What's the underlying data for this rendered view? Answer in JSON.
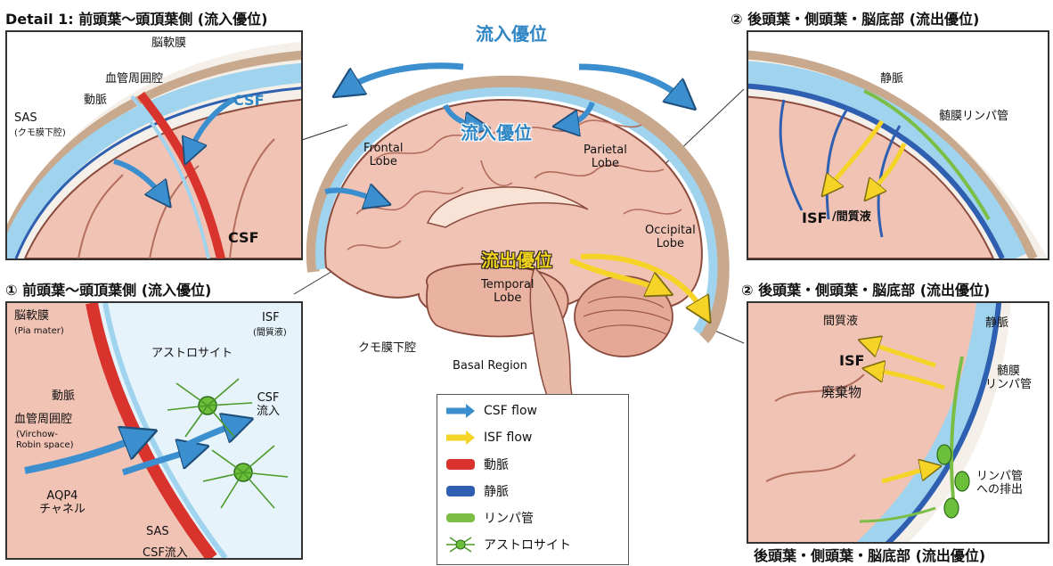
{
  "titles": {
    "detail1": "Detail 1: 前頭葉〜頭頂葉側 (流入優位)",
    "detail2": "② 後頭葉・側頭葉・脳底部 (流出優位)",
    "left_lower": "① 前頭葉〜頭頂葉側 (流入優位)",
    "right_lower": "② 後頭葉・側頭葉・脳底部 (流出優位)",
    "bottom_right": "後頭葉・側頭葉・脳底部 (流出優位)"
  },
  "center": {
    "inflow_top": "流入優位",
    "inflow_mid": "流入優位",
    "outflow": "流出優位",
    "frontal": "Frontal\nLobe",
    "parietal": "Parietal\nLobe",
    "occipital": "Occipital\nLobe",
    "temporal": "Temporal\nLobe",
    "sas": "クモ膜下腔",
    "basal": "Basal Region"
  },
  "panel_tl": {
    "pia": "脳軟膜",
    "csf_top": "CSF",
    "pvs": "血管周囲腔",
    "artery": "動脈",
    "sas": "SAS",
    "sas_jp": "(クモ膜下腔)",
    "csf_bottom": "CSF"
  },
  "panel_tr": {
    "vein": "静脈",
    "lymph": "髄膜リンパ管",
    "isf": "ISF",
    "isf_jp": "/間質液"
  },
  "panel_bl": {
    "pia": "脳軟膜",
    "pia_en": "(Pia mater)",
    "isf": "ISF",
    "isf_jp": "(間質液)",
    "astro": "アストロサイト",
    "csf_in": "CSF\n流入",
    "artery": "動脈",
    "pvs": "血管周囲腔",
    "vr": "(Virchow-\nRobin space)",
    "aqp4": "AQP4\nチャネル",
    "sas": "SAS",
    "csf_in2": "CSF流入"
  },
  "panel_br": {
    "interstitial": "間質液",
    "vein": "静脈",
    "isf": "ISF",
    "lymph": "髄膜\nリンパ管",
    "waste": "廃棄物",
    "drain": "リンパ管\nへの排出"
  },
  "legend": [
    {
      "label": "CSF flow",
      "kind": "csf-arrow"
    },
    {
      "label": "ISF flow",
      "kind": "isf-arrow"
    },
    {
      "label": "動脈",
      "kind": "artery"
    },
    {
      "label": "静脈",
      "kind": "vein"
    },
    {
      "label": "リンパ管",
      "kind": "lymph"
    },
    {
      "label": "アストロサイト",
      "kind": "astrocyte"
    }
  ],
  "colors": {
    "csf": "#4aa8d8",
    "isf": "#f5d327",
    "artery": "#d8332c",
    "vein": "#2e5fb0",
    "lymph": "#7cbe45",
    "astrocyte": "#6cbf3a",
    "brain": "#f1c3b5"
  }
}
